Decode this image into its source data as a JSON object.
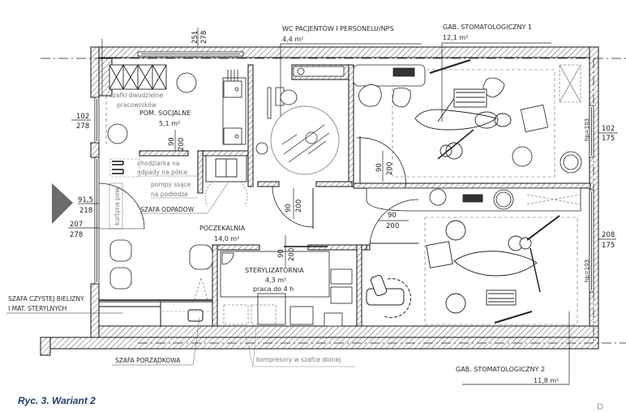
{
  "rooms": {
    "social": {
      "name": "POM. SOCJALNE",
      "area": "5,1 m²"
    },
    "wc": {
      "name": "WC PACJENTÓW I PERSONELU/NPS",
      "area": "4,4 m²"
    },
    "dental1": {
      "name": "GAB. STOMATOLOGICZNY 1",
      "area": "12,1 m²"
    },
    "waiting": {
      "name": "POCZEKALNIA",
      "area": "14,0 m²"
    },
    "steril": {
      "name": "STERYLIZATORNIA",
      "area": "4,3 m²",
      "note": "praca do 4 h"
    },
    "dental2": {
      "name": "GAB. STOMATOLOGICZNY 2",
      "area": "11,8 m²"
    }
  },
  "annotations": {
    "lockers_1": "szafki dwudzielne",
    "lockers_2": "pracowników",
    "cooler_1": "chodziarka na",
    "cooler_2": "odpady na półce",
    "pumps_1": "pompy ssące",
    "pumps_2": "na podłodze",
    "waste_cabinet": "SZAFA ODPADÓW",
    "curtain": "kurtyna pow.",
    "linen_1": "SZAFA CZYSTEJ BIELIZNY",
    "linen_2": "I MAT. STERYLNYCH",
    "cleaning": "SZAFA PORZĄDKOWA",
    "compressors": "kompresory w szafce dolnej"
  },
  "dimensions": {
    "top_win_a": "251",
    "top_win_b": "278",
    "left_win1_a": "102",
    "left_win1_b": "278",
    "entry_a": "91,5",
    "entry_b": "218",
    "left_win2_a": "207",
    "left_win2_b": "278",
    "right_win1_a": "102",
    "right_win1_b": "175",
    "right_win2_a": "208",
    "right_win2_b": "175",
    "hp_1": "hp=103",
    "hp_2": "hp=103",
    "door_social_a": "90",
    "door_social_b": "200",
    "door_wc_a": "90",
    "door_wc_b": "200",
    "door_dental1_a": "90",
    "door_dental1_b": "200",
    "door_dental2_a": "90",
    "door_dental2_b": "200",
    "door_steril_a": "90",
    "door_steril_b": "200"
  },
  "caption": "Ryc. 3. Wariant 2",
  "corner_mark": "D",
  "colors": {
    "caption": "#1f3f6e",
    "entry_arrow": "#6b6b6b",
    "wall_hatch": "#555555"
  }
}
